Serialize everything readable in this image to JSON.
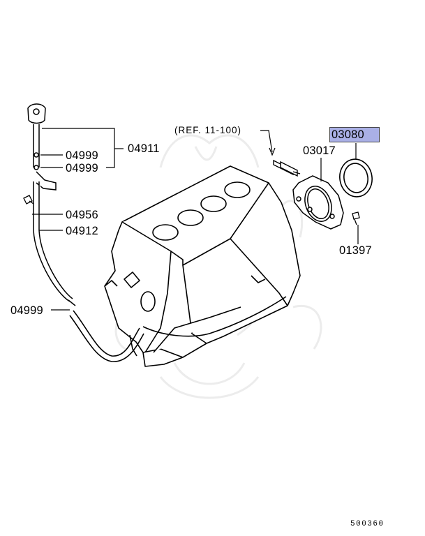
{
  "reference": "(REF. 11-100)",
  "diagram_number": "500360",
  "highlight_color": "#aab0e6",
  "watermark": "samurai helmet emblem",
  "callouts": {
    "p04911": "04911",
    "p04999_a": "04999",
    "p04999_b": "04999",
    "p04956": "04956",
    "p04912": "04912",
    "p04999_c": "04999",
    "p03017": "03017",
    "p03080": "03080",
    "p01397": "01397"
  }
}
